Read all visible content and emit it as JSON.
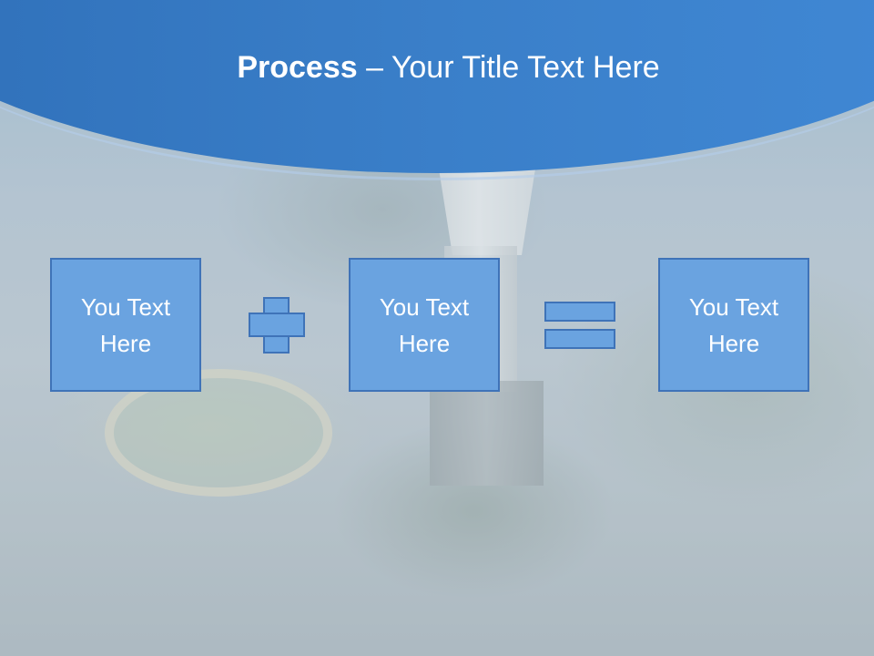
{
  "title": {
    "bold": "Process",
    "rest": " – Your Title Text Here"
  },
  "boxes": [
    {
      "text": "You Text\nHere"
    },
    {
      "text": "You Text\nHere"
    },
    {
      "text": "You Text\nHere"
    }
  ],
  "operators": {
    "first": "plus-icon",
    "second": "equals-icon"
  },
  "colors": {
    "header": "#3a7fc9",
    "box_fill": "#6aa3e0",
    "box_border": "#3f73b8",
    "text": "#ffffff"
  }
}
